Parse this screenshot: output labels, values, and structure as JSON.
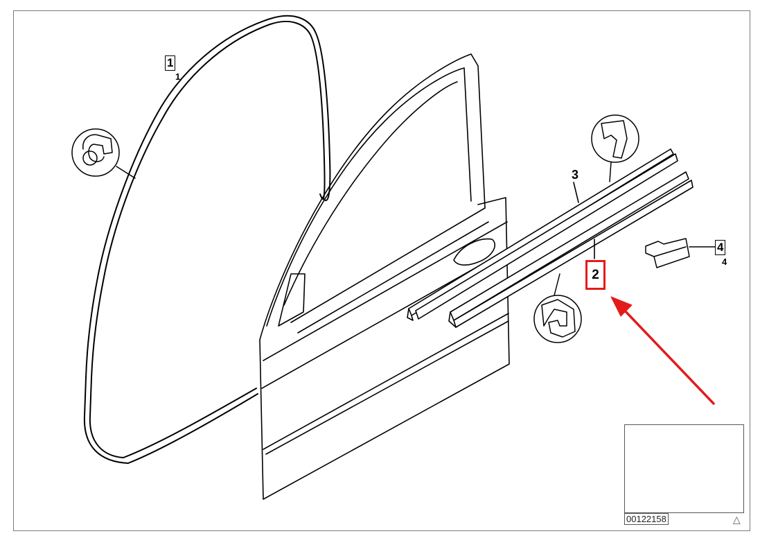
{
  "diagram": {
    "callouts": [
      {
        "id": "1",
        "boxed_label": "1",
        "sub_label": "1"
      },
      {
        "id": "2",
        "label": "2",
        "highlighted": true
      },
      {
        "id": "3",
        "label": "3"
      },
      {
        "id": "4",
        "boxed_label": "4",
        "sub_label": "4"
      }
    ],
    "diagram_id": "00122158",
    "warning_icon": "△",
    "highlight_color": "#e31b1b",
    "icons": [
      "warning-triangle-icon",
      "red-arrow-icon",
      "car-inset-icon"
    ]
  }
}
